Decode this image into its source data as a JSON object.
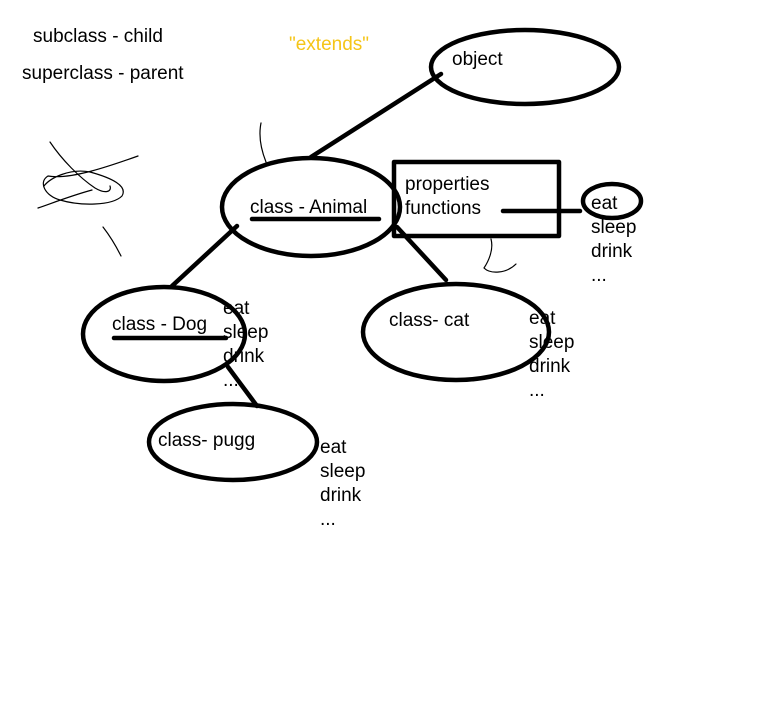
{
  "legend": {
    "subclass": "subclass - child",
    "superclass": "superclass - parent",
    "extends": "\"extends\""
  },
  "nodes": {
    "object": "object",
    "animal": "class - Animal",
    "dog": "class - Dog",
    "cat": "class- cat",
    "pugg": "class- pugg"
  },
  "members_box": {
    "properties": "properties",
    "functions": "functions"
  },
  "member_list": {
    "items": [
      "eat",
      "sleep",
      "drink",
      "..."
    ]
  },
  "colors": {
    "ink": "#000000",
    "highlight": "#f5c518",
    "background": "#ffffff"
  }
}
